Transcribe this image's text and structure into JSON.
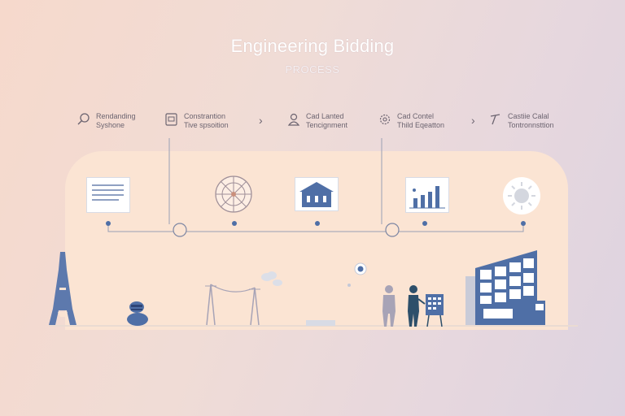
{
  "title": "Engineering Bidding",
  "subtitle": "PROCESS",
  "steps": [
    {
      "line1": "Rendanding",
      "line2": "Syshone",
      "icon": "magnifier-icon"
    },
    {
      "line1": "Constrantion",
      "line2": "Tive spsoition",
      "icon": "document-icon"
    },
    {
      "line1": "Cad Lanted",
      "line2": "Tencignment",
      "icon": "user-icon"
    },
    {
      "line1": "Cad Contel",
      "line2": "Thild Eqeatton",
      "icon": "gear-icon"
    },
    {
      "line1": "Castiie Calal",
      "line2": "Tontronnsttion",
      "icon": "pen-icon"
    }
  ],
  "colors": {
    "accent": "#4f6fa6",
    "panel": "#fbe4d3",
    "line": "#9aa0b4",
    "text": "#6c6470"
  }
}
